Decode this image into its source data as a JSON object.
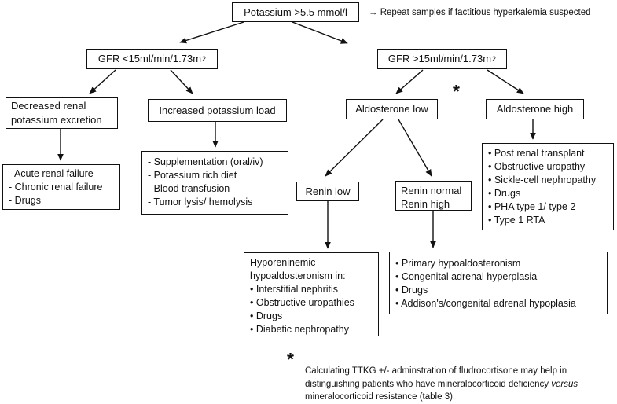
{
  "figure": {
    "title_box": "Potassium >5.5 mmol/l",
    "repeat_note": "→ Repeat samples if factitious hyperkalemia suspected"
  },
  "nodes": {
    "gfr_low": {
      "label": "GFR <15ml/min/1.73m",
      "sup": "2"
    },
    "gfr_high": {
      "label": "GFR >15ml/min/1.73m",
      "sup": "2"
    },
    "decreased_renal": "Decreased renal potassium excretion",
    "increased_load": "Increased potassium load",
    "aldosterone_low": "Aldosterone low",
    "aldosterone_high": "Aldosterone high",
    "renin_low": "Renin low",
    "renin_normal": {
      "line1": "Renin normal",
      "line2": "Renin high"
    },
    "asterisk": "*"
  },
  "lists": {
    "decreased_causes": {
      "items": [
        "- Acute renal failure",
        "- Chronic renal failure",
        "- Drugs"
      ]
    },
    "increased_causes": {
      "items": [
        "- Supplementation (oral/iv)",
        "- Potassium rich diet",
        "- Blood transfusion",
        "- Tumor lysis/ hemolysis"
      ]
    },
    "aldosterone_high_causes": {
      "items": [
        "• Post renal transplant",
        "• Obstructive uropathy",
        "• Sickle-cell nephropathy",
        "• Drugs",
        "• PHA type 1/ type 2",
        "• Type 1 RTA"
      ]
    },
    "renin_low_causes": {
      "header": "Hyporeninemic hypoaldosteronism in:",
      "items": [
        "• Interstitial nephritis",
        "• Obstructive uropathies",
        "• Drugs",
        "• Diabetic nephropathy"
      ]
    },
    "renin_normal_causes": {
      "items": [
        "• Primary hypoaldosteronism",
        "• Congenital adrenal hyperplasia",
        "• Drugs",
        "• Addison's/congenital adrenal hypoplasia"
      ]
    }
  },
  "footnote": {
    "marker": "*",
    "line1": "Calculating TTKG +/- adminstration of fludrocortisone may help in",
    "line2_pre": "distinguishing patients who have mineralocorticoid deficiency ",
    "line2_italic": "versus",
    "line3": "mineralocorticoid resistance (table 3)."
  },
  "colors": {
    "background": "#ffffff",
    "line": "#111111",
    "text": "#111111"
  }
}
